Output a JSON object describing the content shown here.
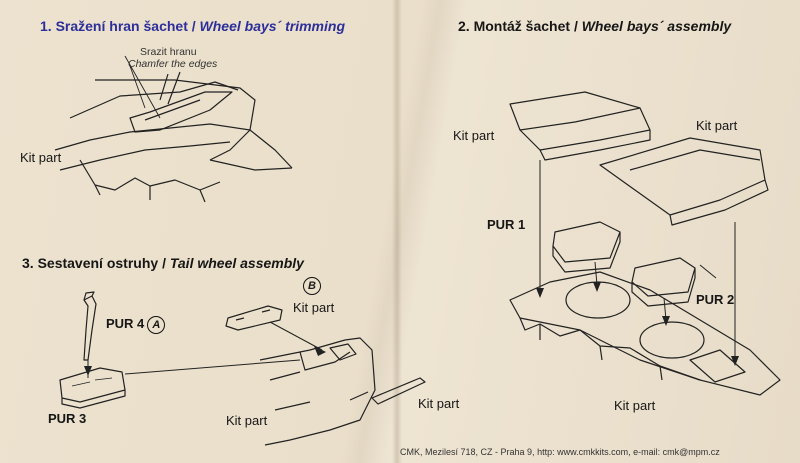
{
  "step1": {
    "number": "1.",
    "title_cz": "Sražení hran šachet",
    "separator": "/",
    "title_en": "Wheel bays´ trimming",
    "note_cz": "Srazit hranu",
    "note_en": "Chamfer the edges",
    "kit_part": "Kit part"
  },
  "step2": {
    "number": "2.",
    "title_cz": "Montáž šachet",
    "separator": "/",
    "title_en": "Wheel bays´ assembly",
    "kit_part_left": "Kit part",
    "kit_part_right": "Kit part",
    "kit_part_bottom": "Kit part",
    "pur1": "PUR 1",
    "pur2": "PUR 2"
  },
  "step3": {
    "number": "3.",
    "title_cz": "Sestavení ostruhy",
    "separator": "/",
    "title_en": "Tail wheel assembly",
    "pur4": "PUR 4",
    "marker_a": "A",
    "marker_b": "B",
    "kit_part_b": "Kit part",
    "pur3": "PUR 3",
    "kit_part_bottom": "Kit part",
    "kit_part_right": "Kit part"
  },
  "footer": {
    "address": "CMK, Mezilesí 718, CZ - Praha 9,",
    "web": "http: www.cmkkits.com,",
    "email": "e-mail: cmk@mpm.cz"
  }
}
